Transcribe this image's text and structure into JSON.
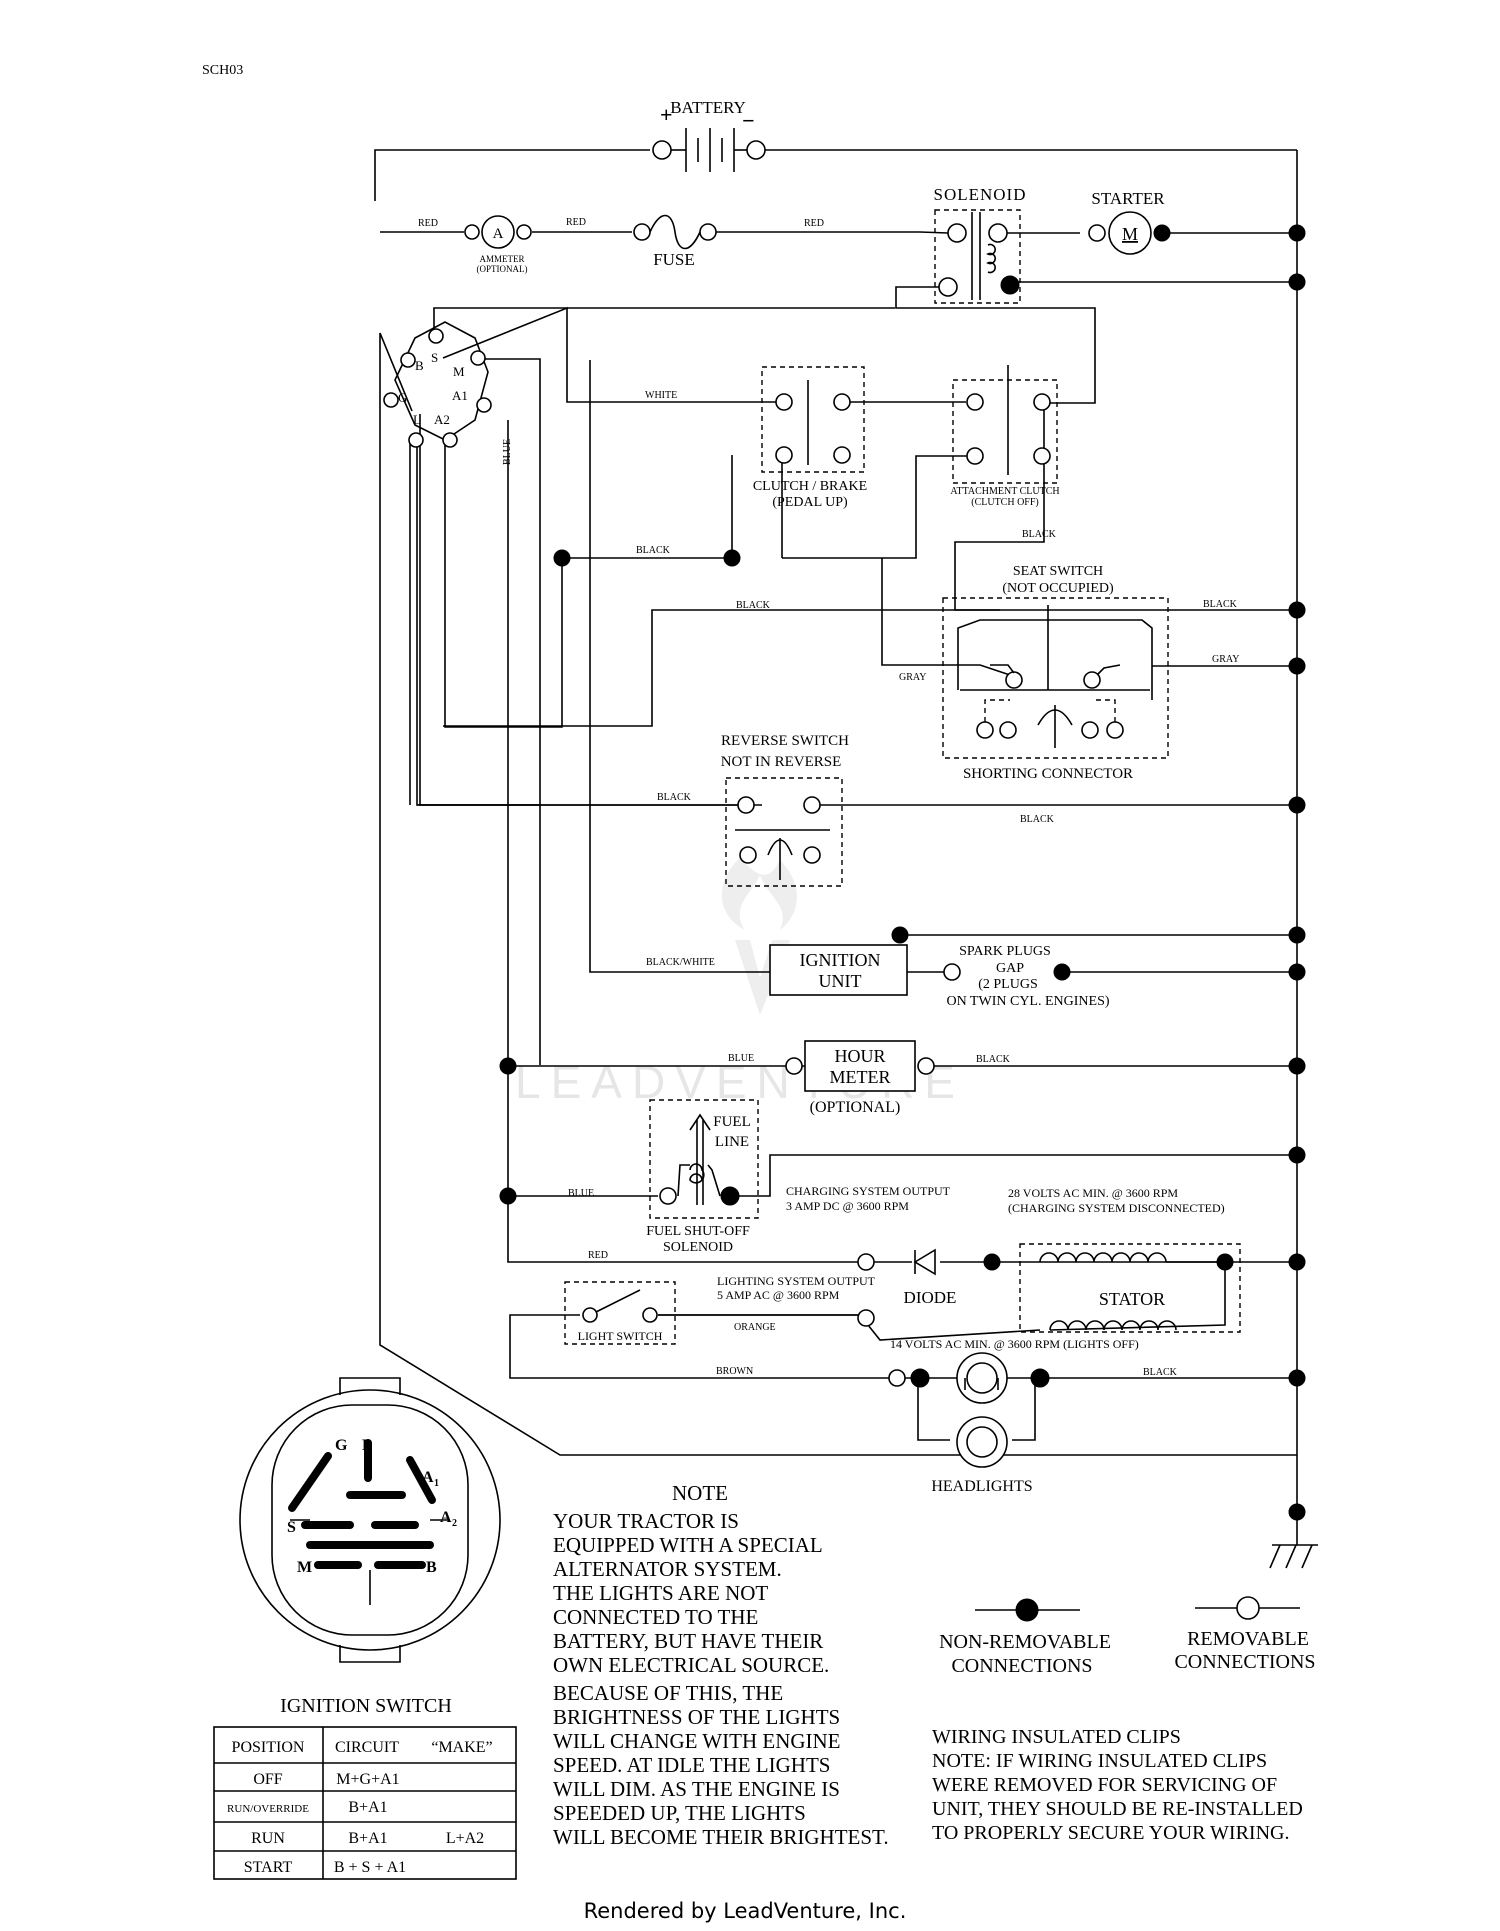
{
  "doc_id": "SCH03",
  "components": {
    "battery": "BATTERY",
    "solenoid": "SOLENOID",
    "starter": "STARTER",
    "starter_mark": "M",
    "ammeter_mark": "A",
    "ammeter": "AMMETER",
    "ammeter_optional": "(OPTIONAL)",
    "fuse": "FUSE",
    "clutch_brake": "CLUTCH / BRAKE",
    "clutch_brake_sub": "(PEDAL UP)",
    "attachment_clutch": "ATTACHMENT CLUTCH",
    "attachment_clutch_sub": "(CLUTCH OFF)",
    "seat_switch": "SEAT SWITCH",
    "seat_switch_sub": "(NOT OCCUPIED)",
    "shorting_connector": "SHORTING CONNECTOR",
    "reverse_switch": "REVERSE SWITCH",
    "reverse_switch_sub": "NOT IN REVERSE",
    "ignition_unit_1": "IGNITION",
    "ignition_unit_2": "UNIT",
    "spark_plugs_1": "SPARK PLUGS",
    "spark_plugs_2": "GAP",
    "spark_plugs_3": "(2 PLUGS",
    "spark_plugs_4": "ON TWIN CYL. ENGINES)",
    "hour_meter_1": "HOUR",
    "hour_meter_2": "METER",
    "hour_meter_optional": "(OPTIONAL)",
    "fuel_1": "FUEL",
    "fuel_2": "LINE",
    "fuel_solenoid_1": "FUEL SHUT-OFF",
    "fuel_solenoid_2": "SOLENOID",
    "charging_output_1": "CHARGING SYSTEM OUTPUT",
    "charging_output_2": "3 AMP DC @ 3600 RPM",
    "volts28_1": "28 VOLTS AC MIN. @ 3600 RPM",
    "volts28_2": "(CHARGING SYSTEM DISCONNECTED)",
    "lighting_output_1": "LIGHTING SYSTEM OUTPUT",
    "lighting_output_2": "5 AMP AC @ 3600 RPM",
    "diode": "DIODE",
    "stator": "STATOR",
    "light_switch": "LIGHT SWITCH",
    "volts14": "14 VOLTS AC MIN. @ 3600 RPM (LIGHTS OFF)",
    "headlights": "HEADLIGHTS"
  },
  "wire_colors": {
    "red": "RED",
    "white": "WHITE",
    "blue": "BLUE",
    "black": "BLACK",
    "gray": "GRAY",
    "black_white": "BLACK/WHITE",
    "orange": "ORANGE",
    "brown": "BROWN"
  },
  "switch_terminals": {
    "b": "B",
    "s": "S",
    "m": "M",
    "g": "G",
    "a1": "A1",
    "l": "L",
    "a2": "A2"
  },
  "ignition_face": {
    "g": "G",
    "l": "L",
    "a1": "A",
    "a1_sub": "1",
    "s": "S",
    "a2": "A",
    "a2_sub": "2",
    "m": "M",
    "b": "B"
  },
  "ignition_switch": {
    "title": "IGNITION SWITCH",
    "headers": [
      "POSITION",
      "CIRCUIT",
      "“MAKE”"
    ],
    "rows": [
      {
        "position": "OFF",
        "circuit": "M+G+A1",
        "make": ""
      },
      {
        "position": "RUN/OVERRIDE",
        "circuit": "B+A1",
        "make": ""
      },
      {
        "position": "RUN",
        "circuit": "B+A1",
        "make": "L+A2"
      },
      {
        "position": "START",
        "circuit": "B + S + A1",
        "make": ""
      }
    ]
  },
  "note": {
    "title": "NOTE",
    "lines": [
      "YOUR TRACTOR IS",
      "EQUIPPED WITH A SPECIAL",
      "ALTERNATOR SYSTEM.",
      "THE LIGHTS ARE NOT",
      "CONNECTED TO THE",
      "BATTERY, BUT HAVE THEIR",
      "OWN ELECTRICAL SOURCE.",
      "BECAUSE OF THIS, THE",
      "BRIGHTNESS OF THE LIGHTS",
      "WILL CHANGE WITH ENGINE",
      "SPEED.  AT IDLE THE LIGHTS",
      "WILL DIM.  AS THE ENGINE IS",
      "SPEEDED UP, THE LIGHTS",
      "WILL BECOME THEIR BRIGHTEST."
    ]
  },
  "legend": {
    "non_removable_1": "NON-REMOVABLE",
    "non_removable_2": "CONNECTIONS",
    "removable_1": "REMOVABLE",
    "removable_2": "CONNECTIONS"
  },
  "clips_note": [
    "WIRING INSULATED CLIPS",
    "NOTE:  IF WIRING INSULATED CLIPS",
    "WERE REMOVED FOR SERVICING OF",
    "UNIT, THEY SHOULD BE RE-INSTALLED",
    "TO PROPERLY SECURE YOUR WIRING."
  ],
  "watermark": "LEADVENTURE",
  "footer": "Rendered by LeadVenture, Inc."
}
